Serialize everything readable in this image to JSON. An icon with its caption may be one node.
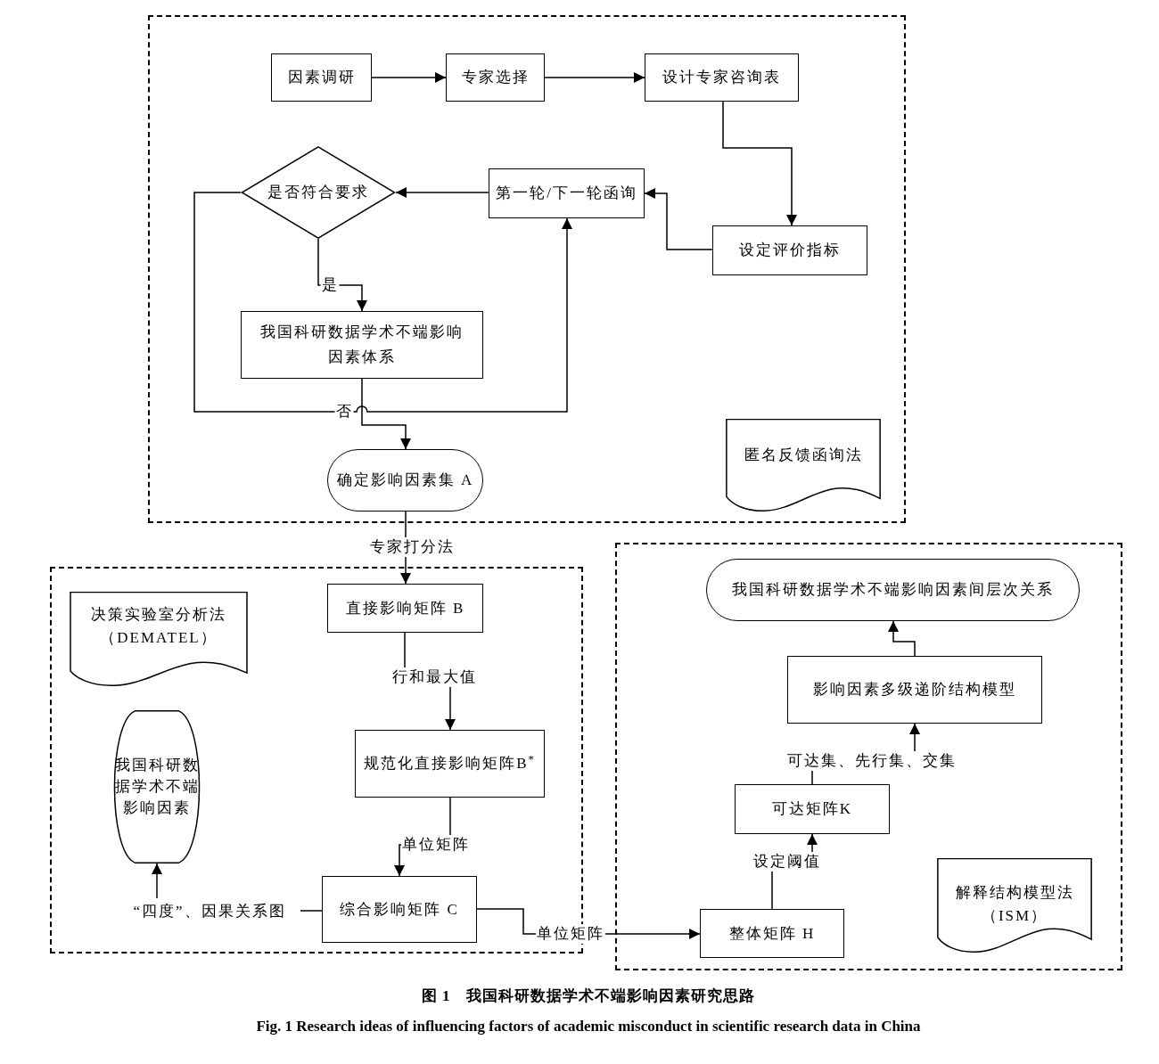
{
  "diagram": {
    "caption": "图 1　我国科研数据学术不端影响因素研究思路",
    "nodes": [
      {
        "text": [],
        "shape": "box"
      },
      {
        "text": [
          "因素调研"
        ],
        "in": 0
      },
      {
        "text": [
          "专家选择"
        ],
        "in": 0
      },
      {
        "text": [
          "设计专家咨询表"
        ],
        "in": 0
      },
      {
        "text": [
          "是否符合要求"
        ],
        "in": 0
      },
      {
        "text": [
          "第一轮/下一轮函询"
        ],
        "in": 0
      },
      {
        "text": [
          "设定评价指标"
        ],
        "in": 0
      },
      {
        "text": [
          "我国科研数据学术不端影响因素体系"
        ],
        "in": 0
      },
      {
        "text": [
          "确定影响因素集 A"
        ],
        "in": 0
      },
      {
        "text": [
          "匿名反馈函询法"
        ],
        "in": 0
      },
      {
        "text": [],
        "shape": "box"
      },
      {
        "text": [
          "决策实验室分析法（DEMATEL）"
        ],
        "in": 10
      },
      {
        "text": [
          "直接影响矩阵 B"
        ],
        "in": 10
      },
      {
        "text": [
          "规范化直接影响矩阵B$^{*}$"
        ],
        "in": 10
      },
      {
        "text": [
          "我国科研数据学术不端影响因素"
        ],
        "in": 10
      },
      {
        "text": [
          "综合影响矩阵 C"
        ],
        "in": 10
      },
      {
        "text": [
          "“四度”、因果关系图"
        ],
        "in": 10
      },
      {
        "text": [],
        "shape": "box"
      },
      {
        "text": [
          "我国科研数据学术不端影响因素间层次关系"
        ],
        "in": 17
      },
      {
        "text": [
          "影响因素多级递阶结构模型"
        ],
        "in": 17
      },
      {
        "text": [
          "可达矩阵K"
        ],
        "in": 17
      },
      {
        "text": [
          "整体矩阵 H"
        ],
        "in": 17
      },
      {
        "text": [
          "解释结构模型法（ISM）"
        ],
        "in": 17
      }
    ],
    "edges": [
      {
        "from": 1,
        "to": 2,
        "arrow": "to"
      },
      {
        "from": 2,
        "to": 3,
        "arrow": "to"
      },
      {
        "from": 3,
        "to": 6,
        "arrow": "to"
      },
      {
        "from": 6,
        "to": 5,
        "arrow": "to"
      },
      {
        "from": 5,
        "to": 4,
        "arrow": "to"
      },
      {
        "from": 4,
        "to": 7,
        "arrow": "to",
        "label": "是"
      },
      {
        "from": 4,
        "to": 5,
        "arrow": "to",
        "label": "否"
      },
      {
        "from": 7,
        "to": 8,
        "arrow": "to"
      },
      {
        "from": 8,
        "to": 12,
        "arrow": "to",
        "label": "专家打分法"
      },
      {
        "from": 12,
        "to": 13,
        "arrow": "to",
        "label": "行和最大值"
      },
      {
        "from": 13,
        "to": 15,
        "arrow": "to",
        "label": "单位矩阵"
      },
      {
        "from": 15,
        "to": 16,
        "arrow": "none"
      },
      {
        "from": 16,
        "to": 14,
        "arrow": "to"
      },
      {
        "from": 15,
        "to": 21,
        "arrow": "to",
        "label": "单位矩阵"
      },
      {
        "from": 21,
        "to": 20,
        "arrow": "to",
        "label": "设定阈值"
      },
      {
        "from": 20,
        "to": 19,
        "arrow": "to",
        "label": "可达集、先行集、交集"
      },
      {
        "from": 19,
        "to": 18,
        "arrow": "to"
      }
    ],
    "labels": [
      "Fig. 1 Research ideas of influencing factors of academic misconduct in scientific research data in China"
    ]
  }
}
